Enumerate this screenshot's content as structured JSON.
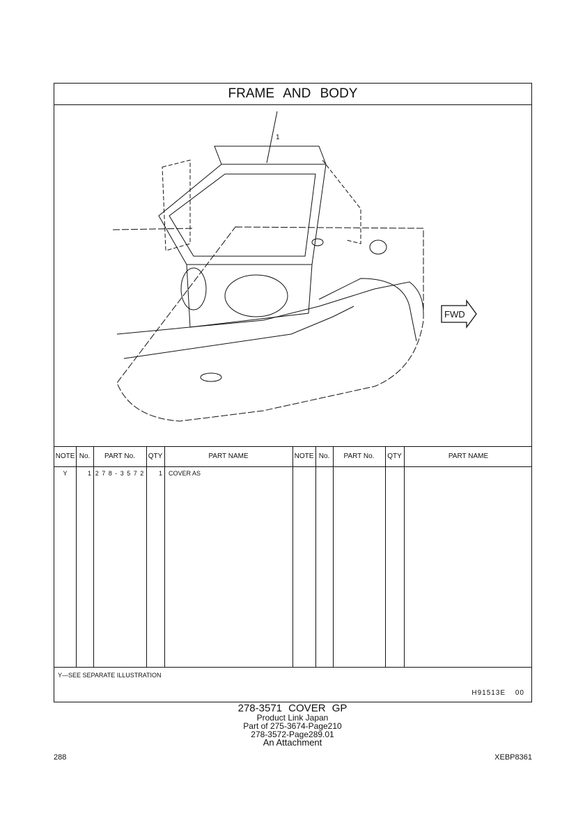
{
  "title": "FRAME AND BODY",
  "illustration": {
    "callout": "1",
    "fwd_label": "FWD"
  },
  "table": {
    "headers": [
      "NOTE",
      "No.",
      "PART No.",
      "QTY",
      "PART NAME",
      "NOTE",
      "No.",
      "PART No.",
      "QTY",
      "PART NAME"
    ],
    "rows": [
      {
        "note": "Y",
        "no": "1",
        "part_no": "2 7 8 - 3 5 7 2",
        "qty": "1",
        "name": "COVER AS"
      }
    ]
  },
  "note_legend": "Y—SEE SEPARATE ILLUSTRATION",
  "drawing_code": "H91513E 00",
  "caption": {
    "title": "278-3571 COVER GP",
    "line1": "Product Link Japan",
    "line2": "Part of 275-3674-Page210",
    "line3": "278-3572-Page289.01",
    "line4": "An Attachment"
  },
  "page_number": "288",
  "doc_id": "XEBP8361"
}
